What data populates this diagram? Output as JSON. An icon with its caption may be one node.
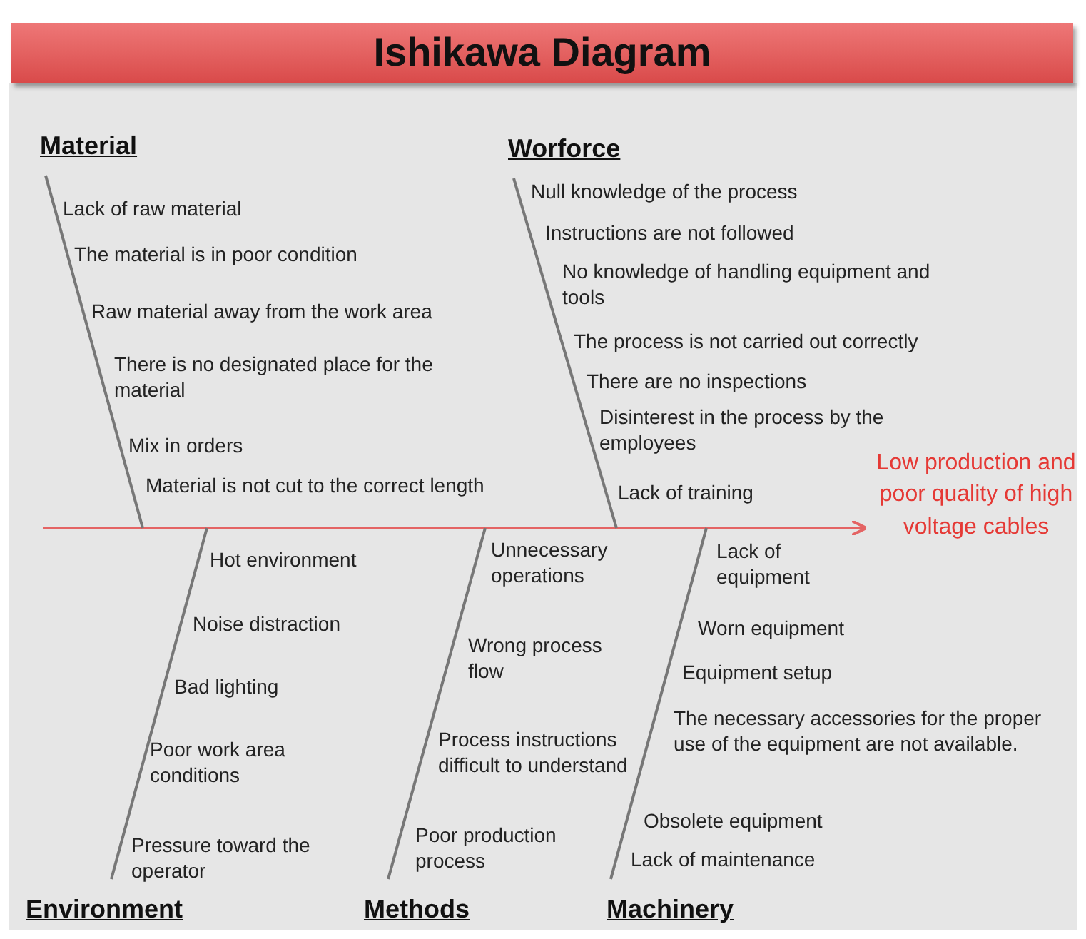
{
  "diagram": {
    "title": "Ishikawa Diagram",
    "nodes": [
      {
        "text": [
          "Material"
        ]
      },
      {
        "text": [
          "Worforce"
        ]
      },
      {
        "text": [
          "Environment"
        ]
      },
      {
        "text": [
          "Methods"
        ]
      },
      {
        "text": [
          "Machinery"
        ]
      },
      {
        "text": [
          "Low production and poor quality of high voltage cables"
        ]
      }
    ],
    "edges": [
      {
        "from": null,
        "to": 5,
        "arrow": "to",
        "color": "#e46464"
      },
      {
        "from": 0,
        "to": null,
        "arrow": "none"
      },
      {
        "from": 1,
        "to": null,
        "arrow": "none"
      },
      {
        "from": 2,
        "to": null,
        "arrow": "none"
      },
      {
        "from": 3,
        "to": null,
        "arrow": "none"
      },
      {
        "from": 4,
        "to": null,
        "arrow": "none"
      }
    ],
    "labels": [
      "Lack of raw material",
      "The material is in poor condition",
      "Raw material away from the work area",
      "There is no designated place for the material",
      "Mix in orders",
      "Material is not cut to the correct length",
      "Null knowledge of the process",
      "Instructions are not followed",
      "No knowledge of handling equipment and tools",
      "The process is not carried out correctly",
      "There are no inspections",
      "Disinterest in the process by the employees",
      "Lack of training",
      "Hot environment",
      "Noise distraction",
      "Bad lighting",
      "Poor work area conditions",
      "Pressure toward the operator",
      "Unnecessary operations",
      "Wrong process flow",
      "Process instructions difficult to understand",
      "Poor production process",
      "Lack of equipment",
      "Worn equipment",
      "Equipment setup",
      "The necessary accessories for the proper use of the equipment are not available.",
      "Obsolete equipment",
      "Lack of maintenance"
    ]
  }
}
